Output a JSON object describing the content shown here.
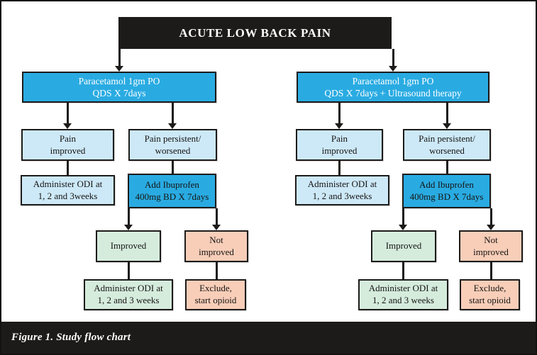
{
  "title": "ACUTE LOW BACK PAIN",
  "caption": "Figure 1. Study flow chart",
  "colors": {
    "primary_blue": "#29abe2",
    "light_blue": "#cde9f8",
    "green": "#d5ecdd",
    "salmon": "#f8ceb9",
    "header_black": "#1d1b1a"
  },
  "branches": [
    {
      "id": "left",
      "treatment": "Paracetamol 1gm PO\nQDS X 7days",
      "pain_improved": "Pain\nimproved",
      "pain_worsened": "Pain persistent/\nworsened",
      "administer_odi_early": "Administer ODI at\n1, 2 and 3weeks",
      "add_ibuprofen": "Add Ibuprofen\n400mg BD X 7days",
      "improved": "Improved",
      "not_improved": "Not\nimproved",
      "administer_odi_late": "Administer ODI at\n1, 2 and 3 weeks",
      "exclude": "Exclude,\nstart opioid"
    },
    {
      "id": "right",
      "treatment": "Paracetamol 1gm PO\nQDS X 7days + Ultrasound therapy",
      "pain_improved": "Pain\nimproved",
      "pain_worsened": "Pain persistent/\nworsened",
      "administer_odi_early": "Administer ODI at\n1, 2 and 3weeks",
      "add_ibuprofen": "Add Ibuprofen\n400mg BD X 7days",
      "improved": "Improved",
      "not_improved": "Not\nimproved",
      "administer_odi_late": "Administer ODI at\n1, 2 and 3 weeks",
      "exclude": "Exclude,\nstart opioid"
    }
  ]
}
